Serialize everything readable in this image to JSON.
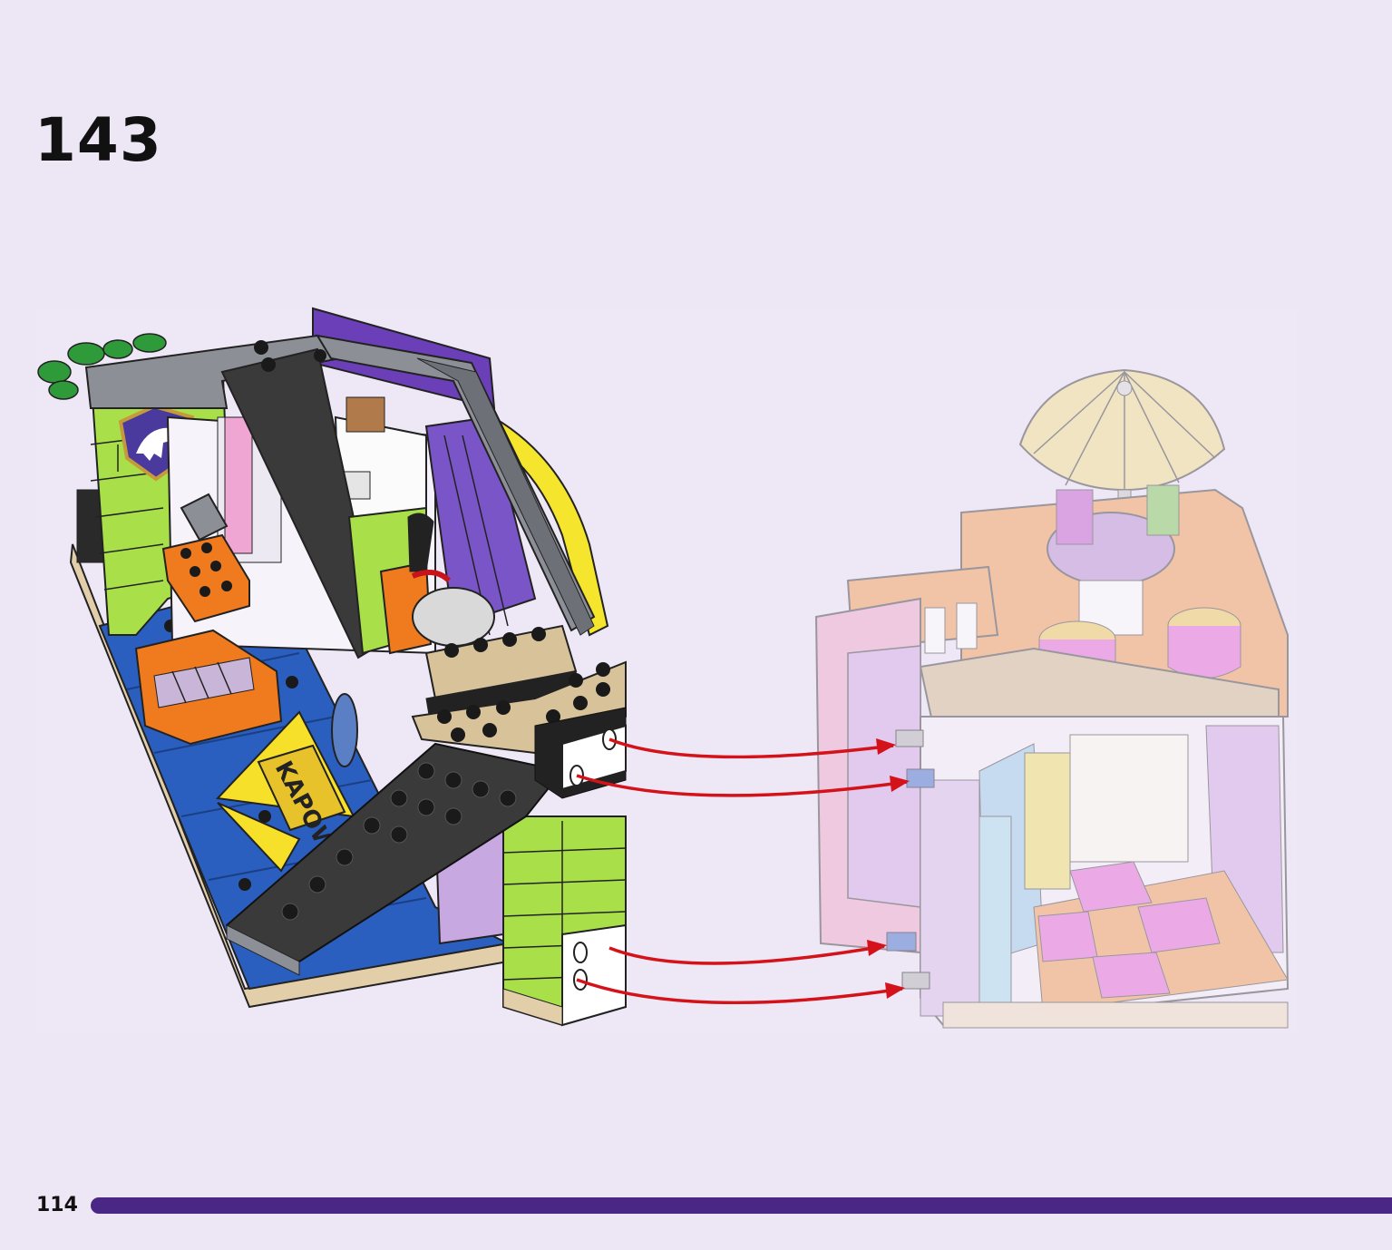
{
  "step": {
    "number": "143"
  },
  "footer": {
    "page_number": "114"
  },
  "illustration": {
    "banner_text": "KAPOW!",
    "arrow_color": "#d4121a",
    "bar_color": "#4b2785",
    "background": "#ede6f5",
    "icons": [
      "unicorn-shield-icon"
    ]
  }
}
